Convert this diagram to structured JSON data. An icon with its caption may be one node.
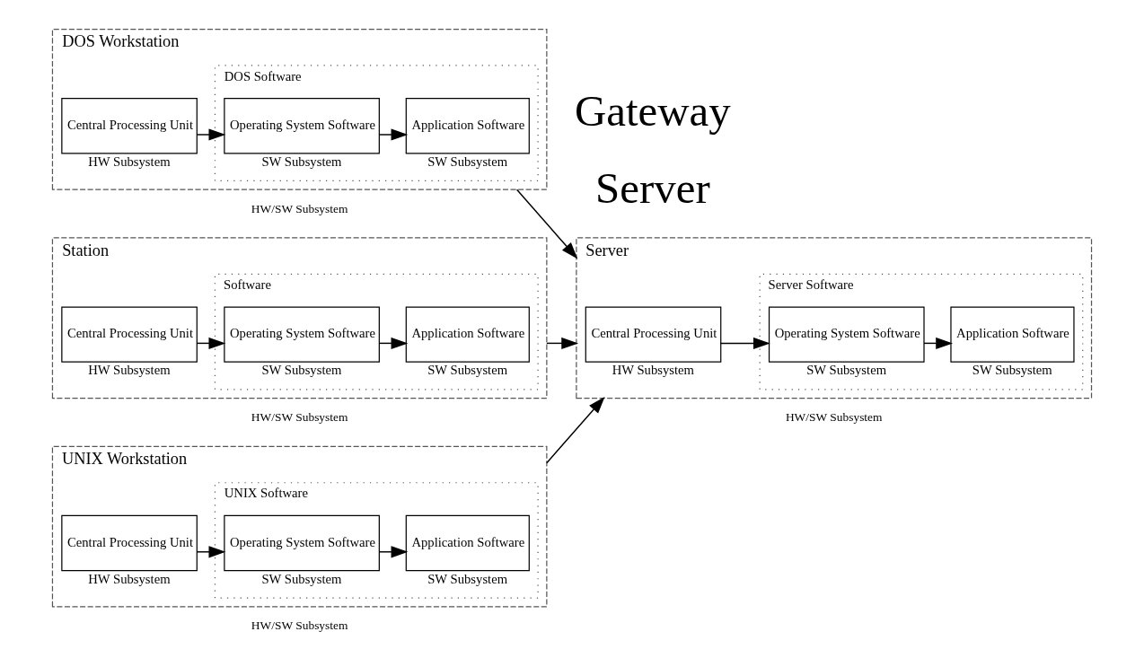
{
  "diagram": {
    "nodes": [
      {
        "text": [
          "DOS Workstation"
        ],
        "beside": [
          "HW/SW Subsystem"
        ]
      },
      {
        "text": [
          "Central Processing Unit"
        ],
        "in": 0,
        "beside": [
          "HW Subsystem"
        ]
      },
      {
        "text": [
          "DOS Software"
        ],
        "in": 0
      },
      {
        "text": [
          "Operating System Software"
        ],
        "in": 2,
        "beside": [
          "SW Subsystem"
        ]
      },
      {
        "text": [
          "Application Software"
        ],
        "in": 2,
        "beside": [
          "SW Subsystem"
        ]
      },
      {
        "text": [
          "Station"
        ],
        "beside": [
          "HW/SW Subsystem"
        ]
      },
      {
        "text": [
          "Central Processing Unit"
        ],
        "in": 5,
        "beside": [
          "HW Subsystem"
        ]
      },
      {
        "text": [
          "Software"
        ],
        "in": 5
      },
      {
        "text": [
          "Operating System Software"
        ],
        "in": 7,
        "beside": [
          "SW Subsystem"
        ]
      },
      {
        "text": [
          "Application Software"
        ],
        "in": 7,
        "beside": [
          "SW Subsystem"
        ]
      },
      {
        "text": [
          "UNIX Workstation"
        ],
        "beside": [
          "HW/SW Subsystem"
        ]
      },
      {
        "text": [
          "Central Processing Unit"
        ],
        "in": 10,
        "beside": [
          "HW Subsystem"
        ]
      },
      {
        "text": [
          "UNIX Software"
        ],
        "in": 10
      },
      {
        "text": [
          "Operating System Software"
        ],
        "in": 12,
        "beside": [
          "SW Subsystem"
        ]
      },
      {
        "text": [
          "Application Software"
        ],
        "in": 12,
        "beside": [
          "SW Subsystem"
        ]
      },
      {
        "text": [
          "Server"
        ],
        "beside": [
          "HW/SW Subsystem"
        ]
      },
      {
        "text": [
          "Central Processing Unit"
        ],
        "in": 15,
        "beside": [
          "HW Subsystem"
        ]
      },
      {
        "text": [
          "Server Software"
        ],
        "in": 15
      },
      {
        "text": [
          "Operating System Software"
        ],
        "in": 17,
        "beside": [
          "SW Subsystem"
        ]
      },
      {
        "text": [
          "Application Software"
        ],
        "in": 17,
        "beside": [
          "SW Subsystem"
        ]
      }
    ],
    "edges": [
      {
        "from": 1,
        "to": 3,
        "arrow": "to"
      },
      {
        "from": 3,
        "to": 4,
        "arrow": "to"
      },
      {
        "from": 6,
        "to": 8,
        "arrow": "to"
      },
      {
        "from": 8,
        "to": 9,
        "arrow": "to"
      },
      {
        "from": 11,
        "to": 13,
        "arrow": "to"
      },
      {
        "from": 13,
        "to": 14,
        "arrow": "to"
      },
      {
        "from": 16,
        "to": 18,
        "arrow": "to"
      },
      {
        "from": 18,
        "to": 19,
        "arrow": "to"
      },
      {
        "from": 0,
        "to": 15,
        "arrow": "to"
      },
      {
        "from": 5,
        "to": 15,
        "arrow": "to"
      },
      {
        "from": 10,
        "to": 15,
        "arrow": "to"
      }
    ],
    "labels": [
      "Gateway",
      "Server"
    ]
  }
}
